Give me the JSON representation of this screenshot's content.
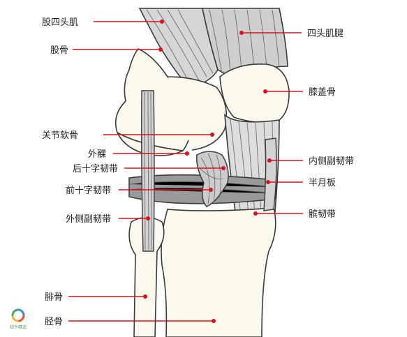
{
  "labels": {
    "quadriceps": "股四头肌",
    "femur": "股骨",
    "quad_tendon": "四头肌腱",
    "patella": "膝盖骨",
    "cartilage": "关节软骨",
    "lateral_condyle": "外髁",
    "pcl": "后十字韧带",
    "acl": "前十字韧带",
    "lcl": "外侧副韧带",
    "mcl": "内侧副韧带",
    "meniscus": "半月板",
    "patellar_ligament": "髌韧带",
    "fibula": "腓骨",
    "tibia": "胫骨"
  },
  "logo_text": "知乎精选",
  "colors": {
    "leader": "#d8121b",
    "bone": "#fbf8ec",
    "muscle": "#d9d9d9"
  }
}
